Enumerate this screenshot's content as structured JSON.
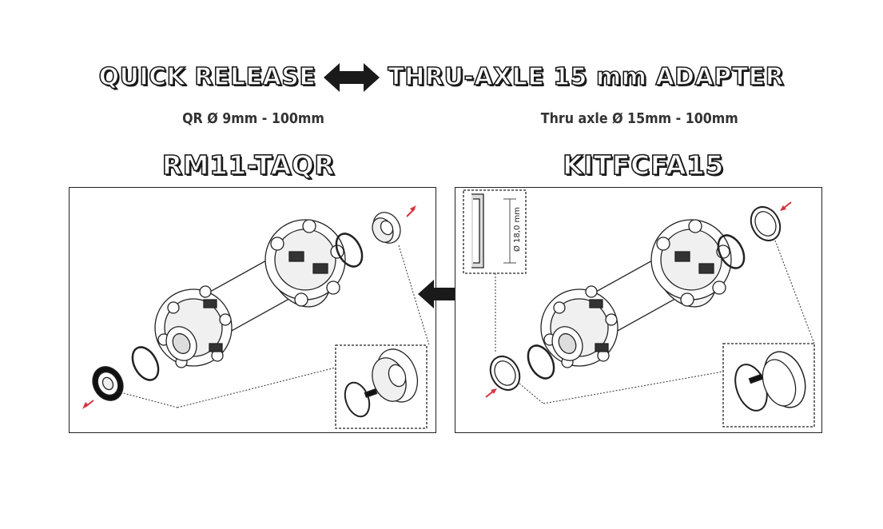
{
  "header": {
    "left_title": "QUICK RELEASE",
    "right_title": "THRU-AXLE 15 mm ADAPTER"
  },
  "left": {
    "spec": "QR Ø 9mm - 100mm",
    "code": "RM11-TAQR"
  },
  "right": {
    "spec": "Thru axle Ø 15mm - 100mm",
    "code": "KITFCFA15",
    "dimension_label": "Ø 18,0 mm"
  },
  "colors": {
    "outline": "#1a1a1a",
    "arrow_red": "#d9343f",
    "line": "#222222"
  },
  "icons": [
    "double-arrow-icon",
    "red-arrow-icon"
  ]
}
